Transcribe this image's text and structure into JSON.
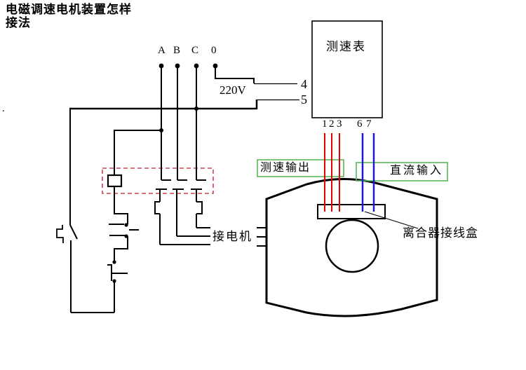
{
  "title": {
    "line1": "电磁调速电机装置怎样",
    "line2": "接法"
  },
  "misc": {
    "stray_mark": "."
  },
  "power": {
    "phase_a": "A",
    "phase_b": "B",
    "phase_c": "C",
    "neutral": "0",
    "voltage": "220V"
  },
  "tachometer": {
    "label": "测速表",
    "terminal_4": "4",
    "terminal_5": "5",
    "t1": "1",
    "t2": "2",
    "t3": "3",
    "t6": "6",
    "t7": "7"
  },
  "annotations": {
    "speed_output": "测速输出",
    "dc_input": "直流输入",
    "connect_motor": "接电机",
    "clutch_junction_box": "离合器接线盒"
  },
  "colors": {
    "tacho_output_wire_red": "#e60000",
    "dc_input_wire_blue": "#1c1ccc",
    "annotation_box_green": "#5cb85c",
    "contactor_dashed_red": "#cc4450",
    "circuit_line_black": "#000000",
    "background_white": "#ffffff"
  }
}
